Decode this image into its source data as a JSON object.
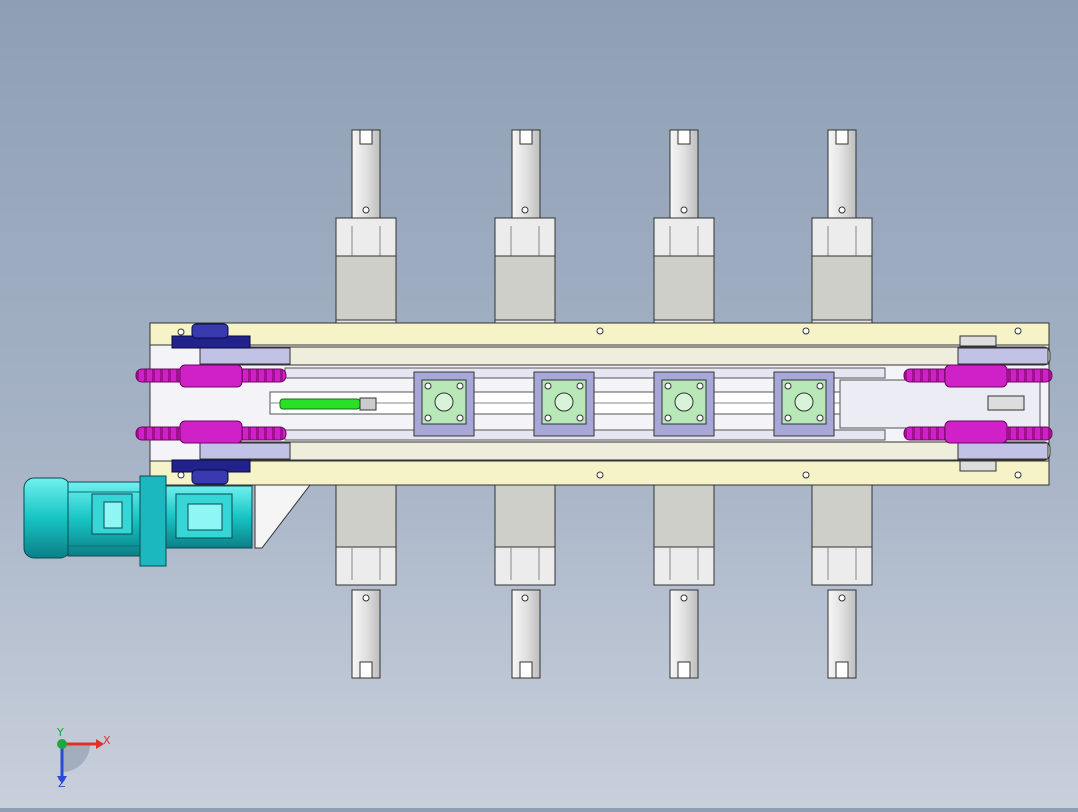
{
  "viewport": {
    "background_top": "#8e9fb5",
    "background_bottom": "#c9d0dc"
  },
  "model": {
    "frame_color": "#f6f3c8",
    "rail_color": "#e6e6f2",
    "carriage_color": "#a8a8d8",
    "gearbox_color": "#b8e8b8",
    "sprocket_color": "#d020c8",
    "bearing_color": "#22228c",
    "motor_color": "#18c4c4",
    "cylinder_color": "#cfcfc9",
    "green_bar_color": "#28e028"
  },
  "triad": {
    "x_label": "X",
    "y_label": "Y",
    "z_label": "Z",
    "x_color": "#e0302a",
    "y_color": "#1ea83a",
    "z_color": "#2a49d8"
  }
}
